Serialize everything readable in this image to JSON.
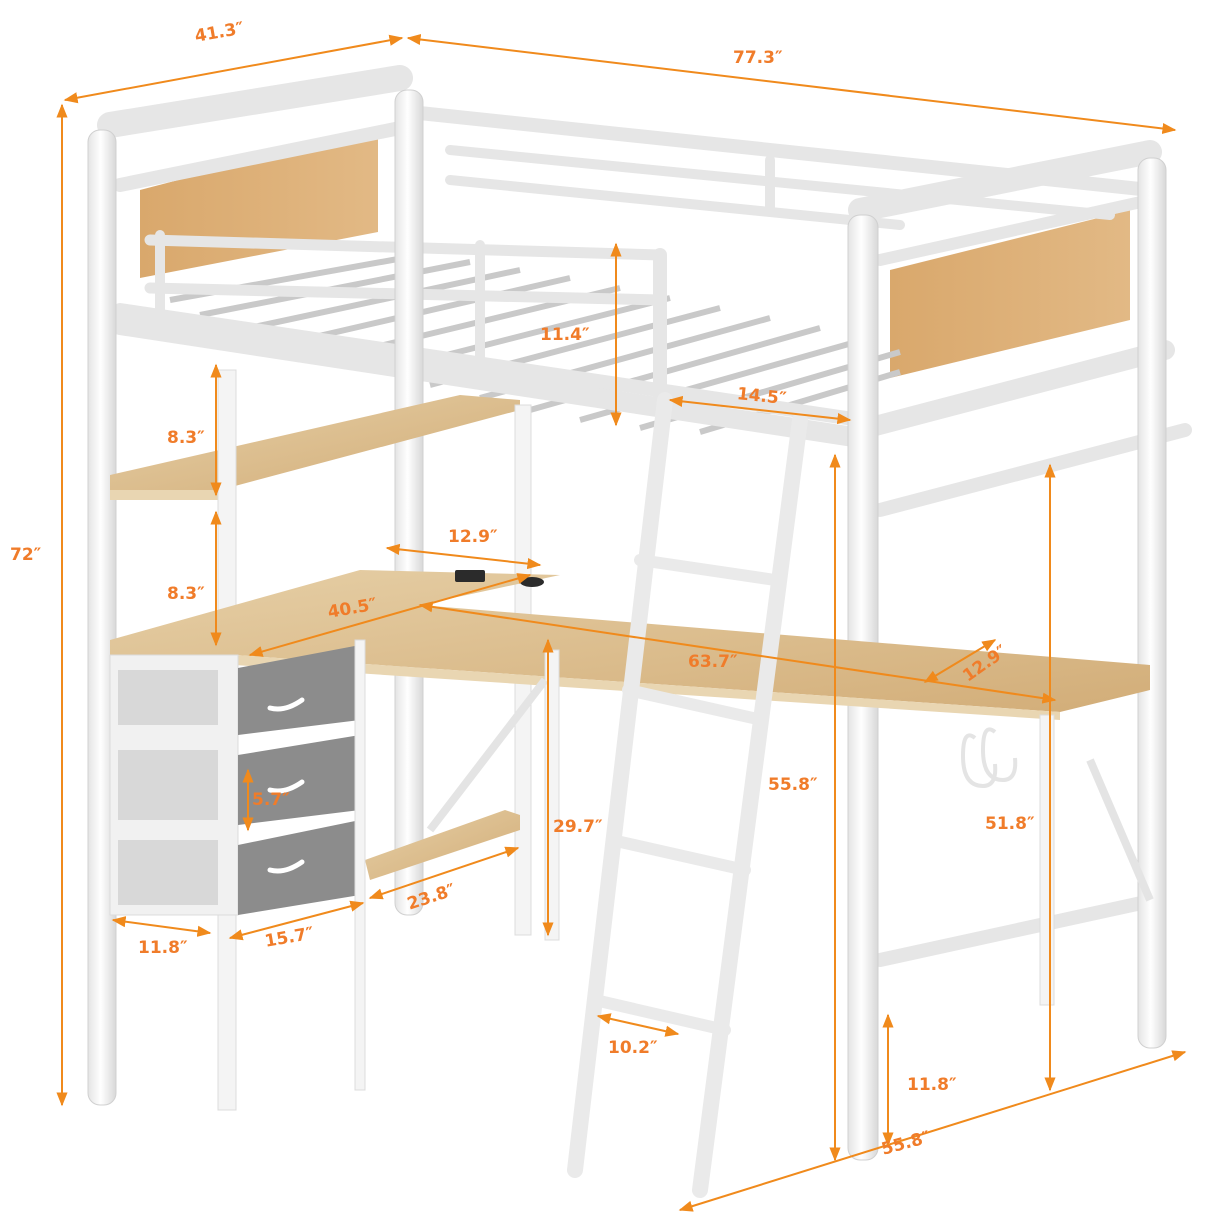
{
  "diagram": {
    "subject": "Loft bed with L-shaped desk, storage shelves and fabric drawers",
    "accent_color": "#f07c2a",
    "frame_color": "#ffffff",
    "wood_color": "#d9b98a",
    "drawer_color": "#8a8a8a",
    "dimensions": {
      "overall_width": "41.3″",
      "overall_length": "77.3″",
      "overall_height": "72″",
      "guardrail_height": "11.4″",
      "ladder_opening": "14.5″",
      "upper_shelf_gap": "8.3″",
      "lower_shelf_gap": "8.3″",
      "desk_return_depth": "12.9″",
      "desk_return_length": "40.5″",
      "desk_length": "63.7″",
      "desk_depth": "12.9″",
      "under_bed_clearance_front": "55.8″",
      "under_bed_clearance_side": "51.8″",
      "drawer_height": "5.7″",
      "desk_height": "29.7″",
      "bottom_shelf_length": "23.8″",
      "drawer_unit_depth": "11.8″",
      "drawer_unit_width": "15.7″",
      "ladder_width": "10.2″",
      "bottom_rail_height": "11.8″",
      "base_length": "55.8″"
    }
  }
}
